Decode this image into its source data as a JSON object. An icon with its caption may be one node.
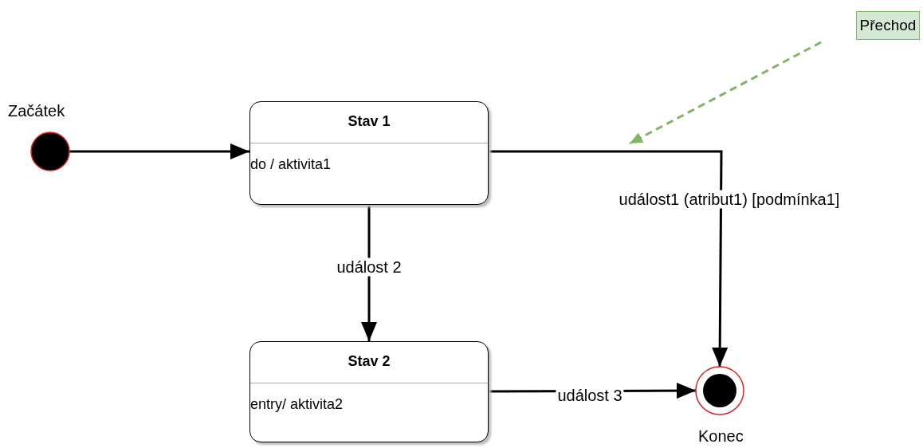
{
  "diagram": {
    "nodes": [
      {
        "text": [
          "Začátek"
        ]
      },
      {
        "text": [
          "Stav 1",
          "do / aktivita1"
        ]
      },
      {
        "text": [
          "Stav 2",
          "entry/ aktivita2"
        ]
      },
      {
        "text": [
          "Konec"
        ]
      },
      {
        "text": [
          "Přechod"
        ]
      }
    ],
    "edges": [
      {
        "from": 0,
        "to": 1,
        "arrow": "to"
      },
      {
        "from": 1,
        "to": 2,
        "arrow": "to",
        "label": "událost 2"
      },
      {
        "from": 1,
        "to": 3,
        "arrow": "to",
        "label": "událost1 (atribut1) [podmínka1]"
      },
      {
        "from": 2,
        "to": 3,
        "arrow": "to",
        "label": "událost 3"
      },
      {
        "from": 4,
        "to": null,
        "arrow": "to",
        "style": "dashed",
        "color": "#82b366"
      }
    ]
  }
}
